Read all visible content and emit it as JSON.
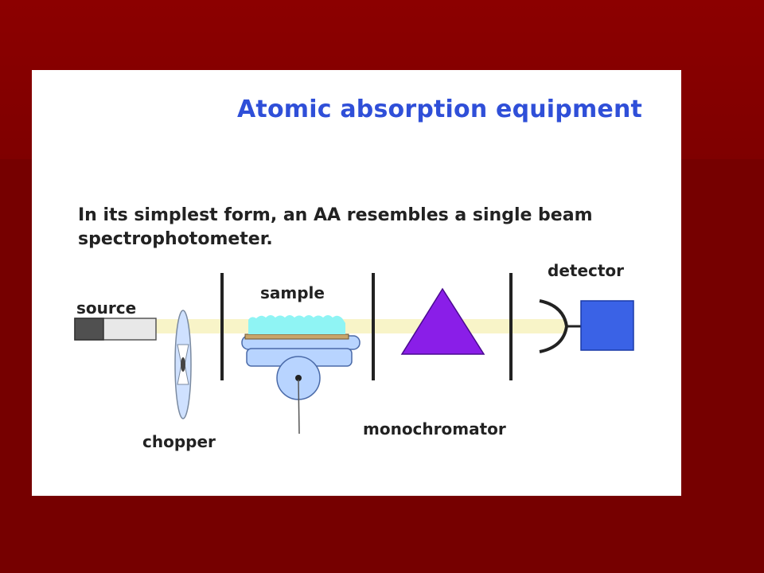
{
  "slide": {
    "title": "Atomic absorption equipment",
    "intro": "In its simplest form, an AA resembles a single beam spectrophotometer."
  },
  "labels": {
    "source": "source",
    "sample": "sample",
    "detector": "detector",
    "chopper": "chopper",
    "monochromator": "monochromator"
  },
  "colors": {
    "title": "#2f4fd8",
    "beam": "#f8f4c8",
    "monochromator_prism": "#8a1ee8",
    "detector_box": "#3a62e6",
    "sample_vapor": "#8ff4f4",
    "burner": "#b8d4ff",
    "background": "#7a0000"
  }
}
